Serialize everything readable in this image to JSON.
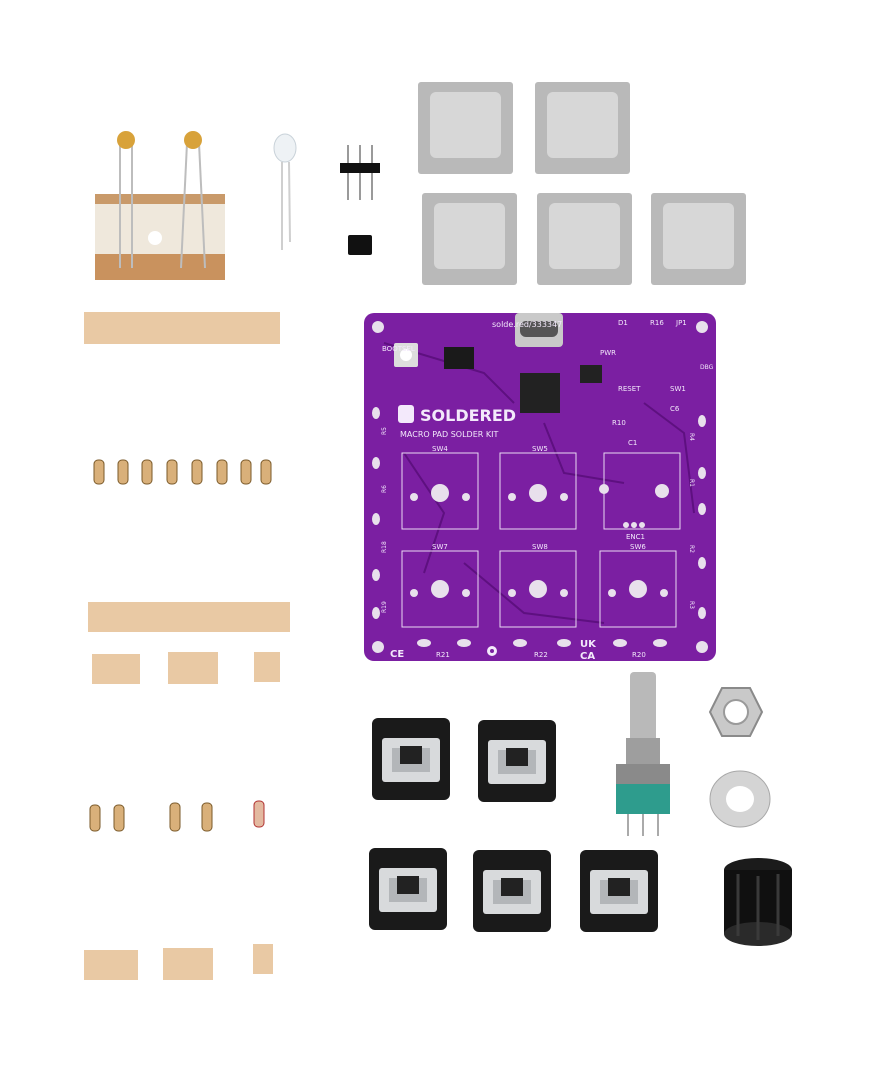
{
  "pcb": {
    "url": "solde.red/333347",
    "brand": "SOLDERED",
    "product": "MACRO PAD SOLDER KIT",
    "bootsel": "BOOTSEL",
    "reset": "RESET",
    "pwr": "PWR",
    "dbg": "DBG",
    "ce": "CE",
    "ukca_top": "UK",
    "ukca_bottom": "CA",
    "labels": {
      "d1": "D1",
      "r16": "R16",
      "jp1": "JP1",
      "sw1": "SW1",
      "r10": "R10",
      "c6": "C6",
      "c1": "C1",
      "r4": "R4",
      "r1": "R1",
      "r2": "R2",
      "r3": "R3",
      "r5": "R5",
      "r6": "R6",
      "r18": "R18",
      "r19": "R19",
      "r21": "R21",
      "r22": "R22",
      "r20": "R20",
      "enc1": "ENC1",
      "sw4": "SW4",
      "sw5": "SW5",
      "sw7": "SW7",
      "sw8": "SW8",
      "sw6": "SW6"
    },
    "colors": {
      "board": "#7b1fa2",
      "silk": "#f3e9fb",
      "pad": "#d9d9d9"
    }
  },
  "kit_colors": {
    "keycap": "#c8c8c8",
    "tape": "#e9c9a4",
    "switch_housing": "#1a1a1a",
    "encoder_base": "#2e9c8d"
  }
}
